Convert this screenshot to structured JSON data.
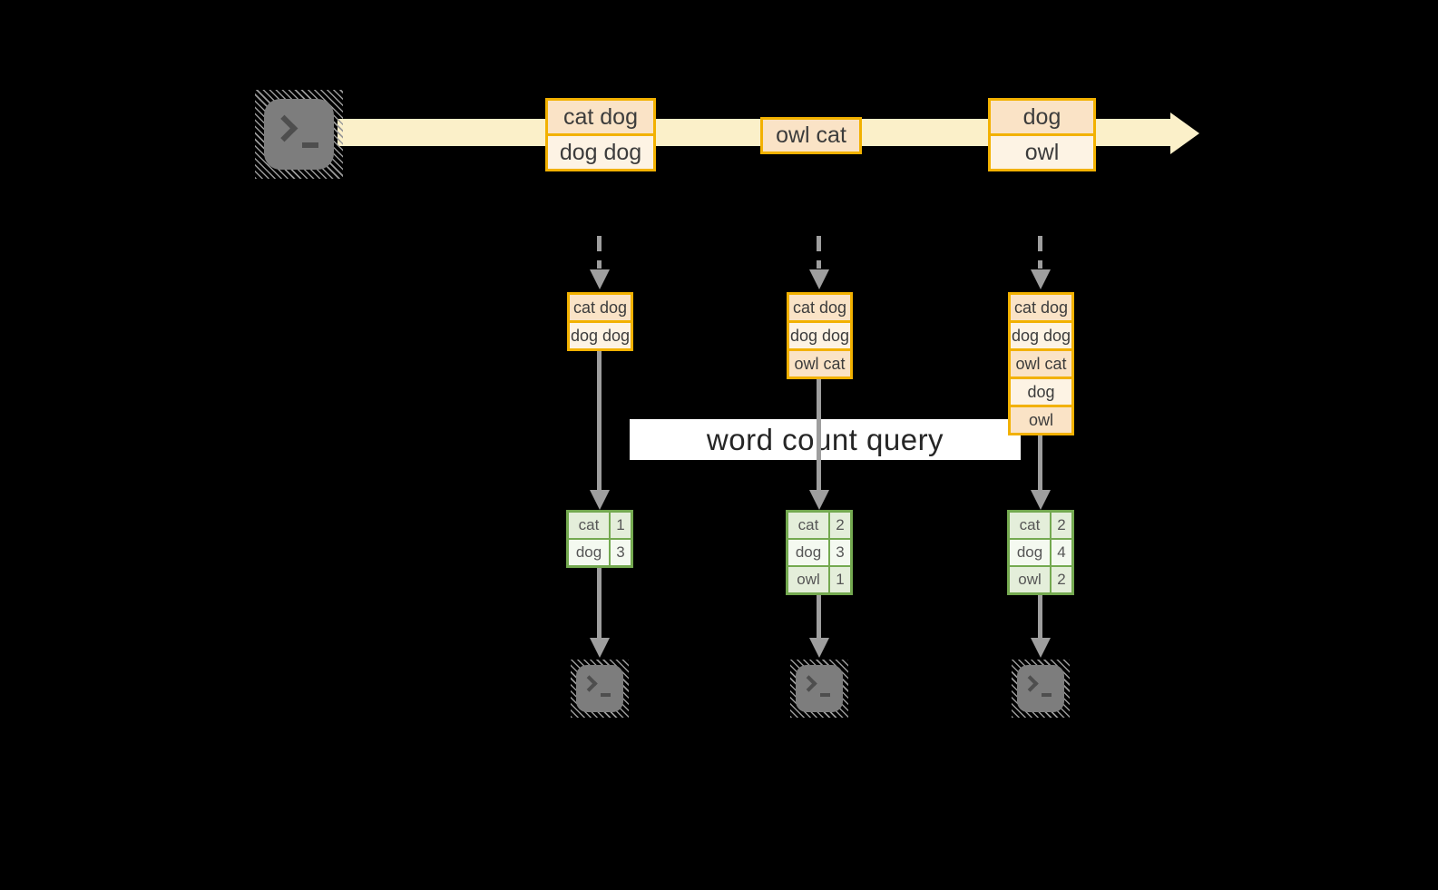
{
  "colors": {
    "background": "#000000",
    "stream_band": "#fbf0c9",
    "box_border": "#f2b100",
    "row_peach": "#fae3c6",
    "row_cream": "#fdf3e4",
    "arrow_gray": "#9e9e9e",
    "table_border": "#74a950",
    "table_cell_green": "#e4eeda",
    "table_cell_light": "#f4f9f0",
    "terminal_gray": "#7d7d7d",
    "query_band_bg": "#ffffff",
    "text_dark": "#3c3c3c"
  },
  "stream": {
    "batches": [
      {
        "records": [
          "cat dog",
          "dog dog"
        ]
      },
      {
        "records": [
          "owl cat"
        ]
      },
      {
        "records": [
          "dog",
          "owl"
        ]
      }
    ]
  },
  "query": {
    "label": "word count query"
  },
  "columns": [
    {
      "state": [
        "cat dog",
        "dog dog"
      ],
      "counts": [
        [
          "cat",
          "1"
        ],
        [
          "dog",
          "3"
        ]
      ]
    },
    {
      "state": [
        "cat dog",
        "dog dog",
        "owl cat"
      ],
      "counts": [
        [
          "cat",
          "2"
        ],
        [
          "dog",
          "3"
        ],
        [
          "owl",
          "1"
        ]
      ]
    },
    {
      "state": [
        "cat dog",
        "dog dog",
        "owl cat",
        "dog",
        "owl"
      ],
      "counts": [
        [
          "cat",
          "2"
        ],
        [
          "dog",
          "4"
        ],
        [
          "owl",
          "2"
        ]
      ]
    }
  ]
}
